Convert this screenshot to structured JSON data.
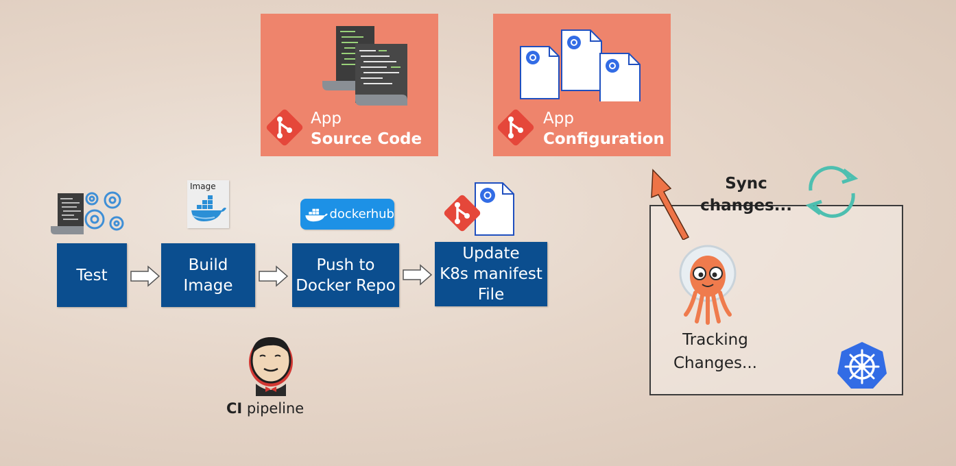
{
  "repos": {
    "source": {
      "line1": "App",
      "line2": "Source Code"
    },
    "config": {
      "line1": "App",
      "line2": "Configuration"
    }
  },
  "pipeline": {
    "stages": [
      {
        "label": "Test"
      },
      {
        "label": "Build\nImage"
      },
      {
        "label": "Push to\nDocker Repo"
      },
      {
        "label": "Update\nK8s manifest\nFile"
      }
    ],
    "image_icon_label": "Image",
    "dockerhub_text": "dockerhub",
    "caption_bold": "CI",
    "caption_rest": " pipeline"
  },
  "argocd": {
    "sync_text": "Sync\nchanges...",
    "tracking_text": "Tracking\nChanges..."
  },
  "colors": {
    "repo_card": "#ee846c",
    "stage_blue": "#0b4e8f",
    "git_red": "#e5473a",
    "k8s_blue": "#326ce5",
    "arrow_orange": "#ee7447",
    "sync_teal": "#4dbfb0",
    "docker_blue": "#1d91e6"
  }
}
